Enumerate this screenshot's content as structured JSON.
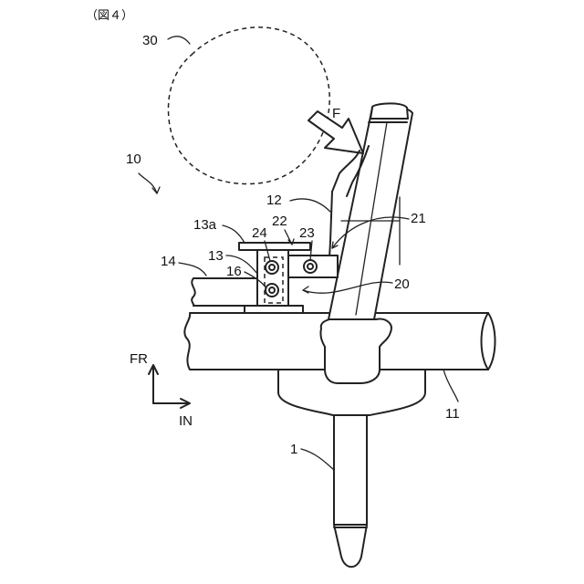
{
  "figure": {
    "caption": "（図４）"
  },
  "labels": {
    "sensor_area": "30",
    "force": "F",
    "assembly": "10",
    "bracket_upper": "12",
    "flange": "13a",
    "bolt_a": "24",
    "gap_22": "22",
    "bolt_b": "23",
    "stay_21": "21",
    "holder_13": "13",
    "bar_14": "14",
    "nut_16": "16",
    "link_20": "20",
    "pipe_11": "11",
    "shaft_1": "1"
  },
  "axes": {
    "forward": "FR",
    "inward": "IN"
  }
}
